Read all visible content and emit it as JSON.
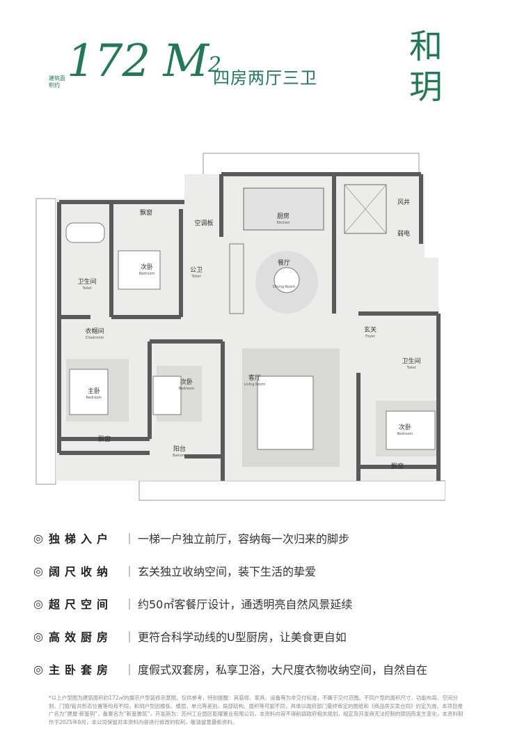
{
  "header": {
    "area_label": "建筑面积约",
    "area_value": "172 M",
    "area_unit_sup": "2",
    "layout_type": "四房两厅三卫",
    "project_name": "和玥"
  },
  "rooms": {
    "piaochuang_top": "飘窗",
    "kongtiaoban": "空调板",
    "kitchen": "厨房",
    "kitchen_en": "Kitchen",
    "fengjing": "风井",
    "ruodian": "弱电",
    "bath_left": "卫生间",
    "bath_left_en": "Toilet",
    "bed2_top": "次卧",
    "bed2_top_en": "Bedroom",
    "public_bath": "公卫",
    "public_bath_en": "Toilet",
    "dining": "餐厅",
    "dining_en": "Dining Room",
    "cloakroom": "衣帽间",
    "cloakroom_en": "Cloakroom",
    "foyer": "玄关",
    "foyer_en": "Foyer",
    "bath_right": "卫生间",
    "bath_right_en": "Toilet",
    "master": "主卧",
    "master_en": "Bedroom",
    "bed2_mid": "次卧",
    "bed2_mid_en": "Bedroom",
    "living": "客厅",
    "living_en": "Living Room",
    "bed2_right": "次卧",
    "bed2_right_en": "Bedroom",
    "piaochuang_left": "飘窗",
    "balcony": "阳台",
    "balcony_en": "Balcony",
    "piaochuang_right": "飘窗"
  },
  "features": [
    {
      "mark": "◎",
      "title": "独梯入户",
      "sep": "｜",
      "desc": "一梯一户独立前厅，容纳每一次归来的脚步"
    },
    {
      "mark": "◎",
      "title": "阔尺收纳",
      "sep": "｜",
      "desc": "玄关独立收纳空间，装下生活的挚爱"
    },
    {
      "mark": "◎",
      "title": "超尺空间",
      "sep": "｜",
      "desc": "约50㎡客餐厅设计，通透明亮自然风景延续"
    },
    {
      "mark": "◎",
      "title": "高效厨房",
      "sep": "｜",
      "desc": "更符合科学动线的U型厨房，让美食更自如"
    },
    {
      "mark": "◎",
      "title": "主卧套房",
      "sep": "｜",
      "desc": "度假式双套房，私享卫浴，大尺度衣物收纳空间，自然自在"
    }
  ],
  "disclaimer": "*以上户型图为建筑面积约172㎡的展示户型装修示意图，仅供参考，特别提醒：其装修、家具、设备等为非交付标准，不属于交付范围。不同户型的面积尺寸、功能布局、空间分割、门窗/管井形态位置等均有不同，和玥户型因楼栋、楼层、单元等差别，局部结构、面积等可能不同，具体以政府部门最终审定的图纸和《商品房买卖合同》约定为准。本项目推广名为“建屋·新篁玥”，备案名为“新篁雅筑”，开发商为：苏州工业园区乾曜置业有限公司，本资料内容不得削弱政府相关规划，规定及开发商无法控制的原因而发生变化，本资料制作于2025年8月，本公司保留对本资料内容进行修改的权利，敬请留意最新资料。",
  "colors": {
    "brand_green": "#1f7a55",
    "wall": "#5a5a5a",
    "floor": "#e9e9e7"
  }
}
